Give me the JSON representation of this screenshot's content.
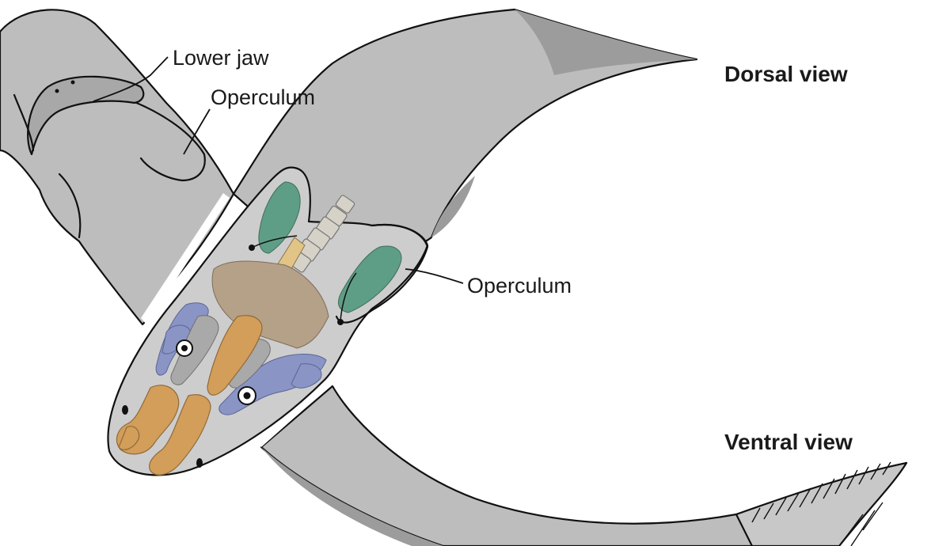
{
  "labels": {
    "lower_jaw": "Lower jaw",
    "operculum_top": "Operculum",
    "operculum_right": "Operculum",
    "dorsal_view": "Dorsal view",
    "ventral_view": "Ventral view"
  },
  "colors": {
    "body_gray": "#bdbdbd",
    "shadow_gray": "#9c9c9c",
    "skull_tan": "#b5a088",
    "operculum_green": "#5f9e86",
    "hyoid_orange": "#d29e5a",
    "arch_blue": "#8a95c6",
    "bone_gray": "#a9a9a9",
    "outline": "#111111"
  }
}
